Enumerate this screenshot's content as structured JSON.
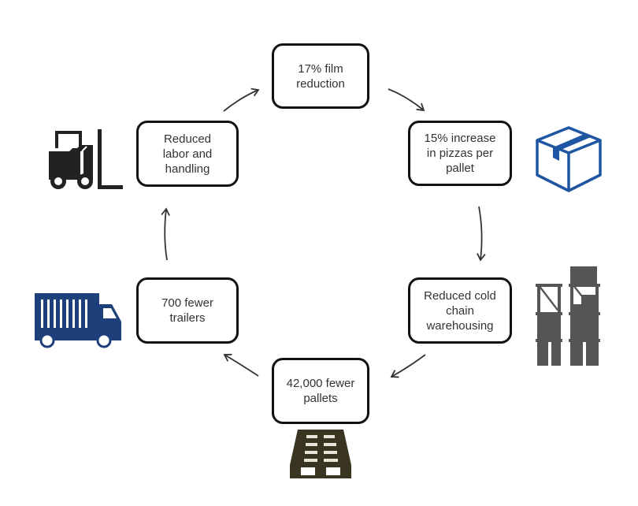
{
  "diagram": {
    "type": "cycle",
    "nodes": [
      {
        "id": "film",
        "label": "17% film\nreduction"
      },
      {
        "id": "pizzas",
        "label": "15% increase\nin pizzas per\npallet"
      },
      {
        "id": "cold",
        "label": "Reduced cold\nchain\nwarehousing"
      },
      {
        "id": "pallets",
        "label": "42,000 fewer\npallets"
      },
      {
        "id": "trailers",
        "label": "700 fewer\ntrailers"
      },
      {
        "id": "labor",
        "label": "Reduced\nlabor and\nhandling"
      }
    ],
    "edges": [
      {
        "from": "film",
        "to": "pizzas"
      },
      {
        "from": "pizzas",
        "to": "cold"
      },
      {
        "from": "cold",
        "to": "pallets"
      },
      {
        "from": "pallets",
        "to": "trailers"
      },
      {
        "from": "trailers",
        "to": "labor"
      },
      {
        "from": "labor",
        "to": "film"
      }
    ],
    "icons": [
      {
        "near": "pizzas",
        "name": "box-icon"
      },
      {
        "near": "cold",
        "name": "warehouse-rack-icon"
      },
      {
        "near": "pallets",
        "name": "pallet-icon"
      },
      {
        "near": "trailers",
        "name": "truck-icon"
      },
      {
        "near": "labor",
        "name": "forklift-icon"
      }
    ]
  },
  "colors": {
    "border": "#111111",
    "text": "#333333",
    "arrow": "#333333",
    "box_icon": "#1f56a3",
    "truck_icon": "#1d3f7a",
    "rack_icon": "#555555",
    "pallet_icon": "#3a3520",
    "forklift_icon": "#222222"
  }
}
